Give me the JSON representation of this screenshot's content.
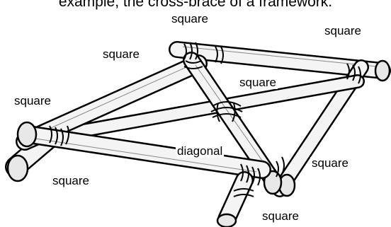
{
  "caption": "example, the cross-brace of a framework.",
  "labels": {
    "top": "square",
    "top_right": "square",
    "upper_left": "square",
    "center": "square",
    "left": "square",
    "diagonal": "diagonal",
    "right": "square",
    "bottom_left": "square",
    "bottom": "square"
  },
  "colors": {
    "ink": "#000000",
    "wood": "#f4f4f4",
    "background": "#ffffff"
  }
}
